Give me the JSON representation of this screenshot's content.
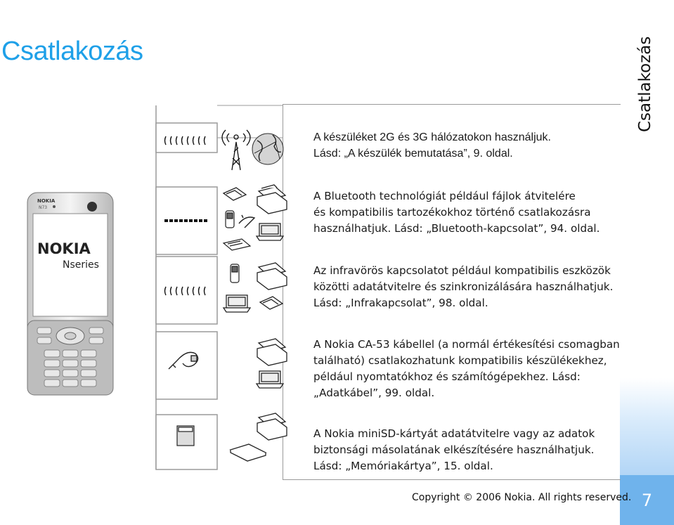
{
  "page": {
    "title": "Csatlakozás",
    "side_tab": "Csatlakozás",
    "page_number": "7",
    "copyright": "Copyright © 2006 Nokia. All rights reserved."
  },
  "phone": {
    "brand": "NOKIA",
    "series": "Nseries",
    "model": "N73",
    "small_brand": "NOKIA"
  },
  "sections": [
    {
      "name": "network",
      "lines": [
        "A készüléket 2G és 3G hálózatokon használjuk.",
        "Lásd: „A készülék bemutatása”, 9. oldal."
      ]
    },
    {
      "name": "bluetooth",
      "lines": [
        "A Bluetooth technológiát például fájlok átvitelére",
        "és kompatibilis tartozékokhoz történő csatlakozásra",
        "használhatjuk. Lásd: „Bluetooth-kapcsolat”, 94. oldal."
      ]
    },
    {
      "name": "infrared",
      "lines": [
        "Az infravörös kapcsolatot például kompatibilis eszközök",
        "közötti adatátvitelre és szinkronizálására használhatjuk.",
        "Lásd: „Infrakapcsolat”, 98. oldal."
      ]
    },
    {
      "name": "cable",
      "lines": [
        "A Nokia CA-53 kábellel (a normál értékesítési csomagban",
        "található) csatlakozhatunk kompatibilis készülékekhez,",
        "például nyomtatókhoz és számítógépekhez. Lásd:",
        "„Adatkábel”, 99. oldal."
      ]
    },
    {
      "name": "memory",
      "lines": [
        "A Nokia miniSD-kártyát adatátvitelre vagy az adatok",
        "biztonsági másolatának elkészítésére használhatjuk.",
        "Lásd: „Memóriakártya”, 15. oldal."
      ]
    }
  ],
  "colors": {
    "accent": "#1ea0e8",
    "tab_gradient": "#8fc2f2",
    "page_number_bg": "#6fb3ec",
    "frame": "#9a9a9a"
  }
}
